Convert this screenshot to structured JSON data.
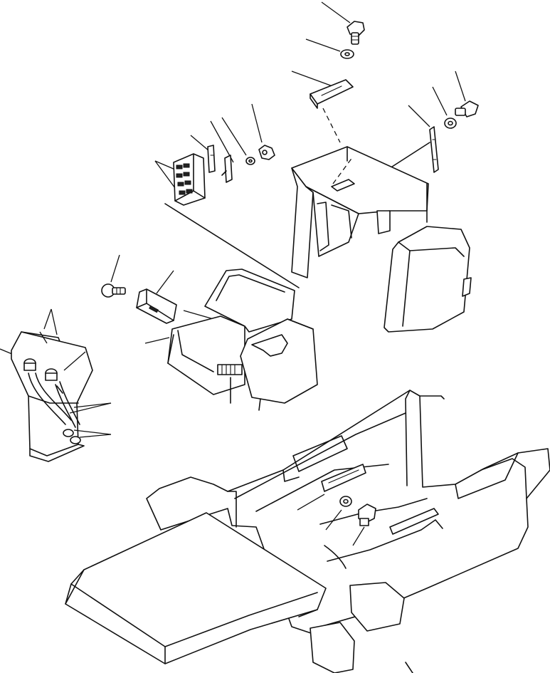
{
  "diagram": {
    "kind": "exploded-parts-view",
    "labels": []
  },
  "parts": [
    "bolt-top",
    "washer-top",
    "mounting-bracket-top",
    "bolt-right",
    "washer-right",
    "bracket-right",
    "cover-bracket",
    "clamp-washer",
    "clamp",
    "relay-box",
    "mounting-stay",
    "bolt-left",
    "controller-box",
    "control-box-base",
    "connector-block",
    "fuse-terminal-block",
    "grommets",
    "hose-pipes",
    "cab-cover-assembly",
    "side-panel-right",
    "main-frame",
    "floor-plate",
    "frame-bracket",
    "frame-washer",
    "frame-bolt"
  ]
}
